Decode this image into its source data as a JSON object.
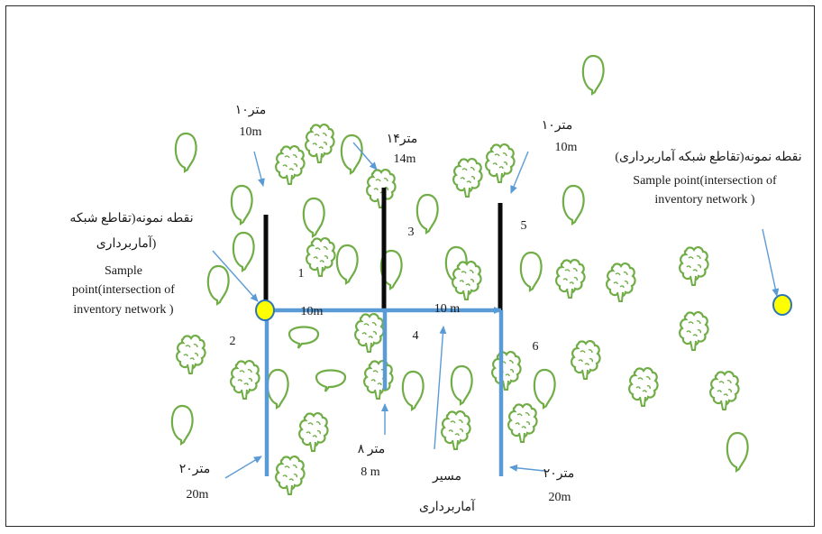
{
  "labels": {
    "sp_left_fa_1": "نقطه نمونه(تقاطع شبکه",
    "sp_left_fa_2": "آماربرداری)",
    "sp_left_en_1": "Sample",
    "sp_left_en_2": "point(intersection of",
    "sp_left_en_3": "inventory network )",
    "sp_right_fa": "نقطه نمونه(تقاطع شبکه آماربرداری)",
    "sp_right_en_1": "Sample point(intersection of",
    "sp_right_en_2": "inventory network )",
    "l1_fa": "۱۰متر",
    "l1_en": "10m",
    "l3_fa": "۱۴متر",
    "l3_en": "14m",
    "l5_fa": "۱۰متر",
    "l5_en": "10m",
    "l2_fa": "۲۰متر",
    "l2_en": "20m",
    "l4_fa": "۸ متر",
    "l4_en": "8 m",
    "l6_fa": "۲۰متر",
    "l6_en": "20m",
    "route_fa_1": "مسیر",
    "route_fa_2": "آماربرداری",
    "seg_10m_a": "10m",
    "seg_10m_b": "10 m",
    "n1": "1",
    "n2": "2",
    "n3": "3",
    "n4": "4",
    "n5": "5",
    "n6": "6"
  },
  "colors": {
    "route_blue": "#5b9bd5",
    "pointer_blue": "#5b9bd5",
    "transect_black": "#0a0a0a",
    "tree_green": "#70ad47",
    "sample_point_yellow": "#ffff00",
    "sample_point_outline": "#2e75b6"
  },
  "icons": {
    "tree_round": "broadleaf-tree-icon",
    "tree_oval": "oval-tree-icon",
    "sample_point": "sample-point-icon"
  }
}
